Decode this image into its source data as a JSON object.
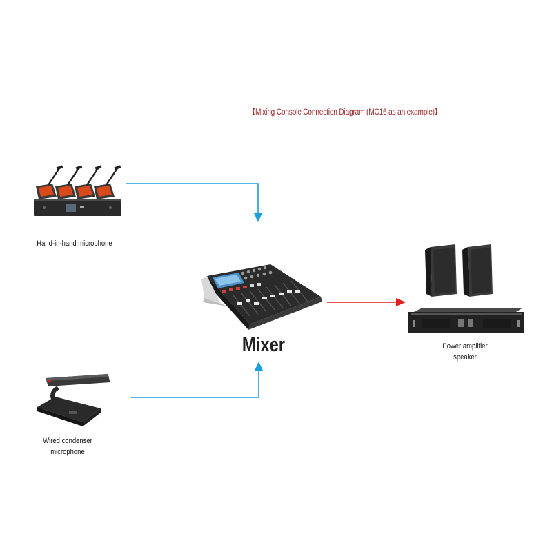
{
  "diagram": {
    "title": "【Mixing Console Connection Diagram (MC16 as an example)】",
    "colors": {
      "title": "#9a2a2a",
      "input_arrow": "#1a9fe0",
      "output_arrow": "#e02020"
    },
    "nodes": {
      "handheld": {
        "label": "Hand-in-hand microphone"
      },
      "wired": {
        "label_line1": "Wired condenser",
        "label_line2": "microphone"
      },
      "mixer": {
        "label": "Mixer"
      },
      "amp": {
        "label_line1": "Power amplifier",
        "label_line2": "speaker"
      }
    }
  }
}
